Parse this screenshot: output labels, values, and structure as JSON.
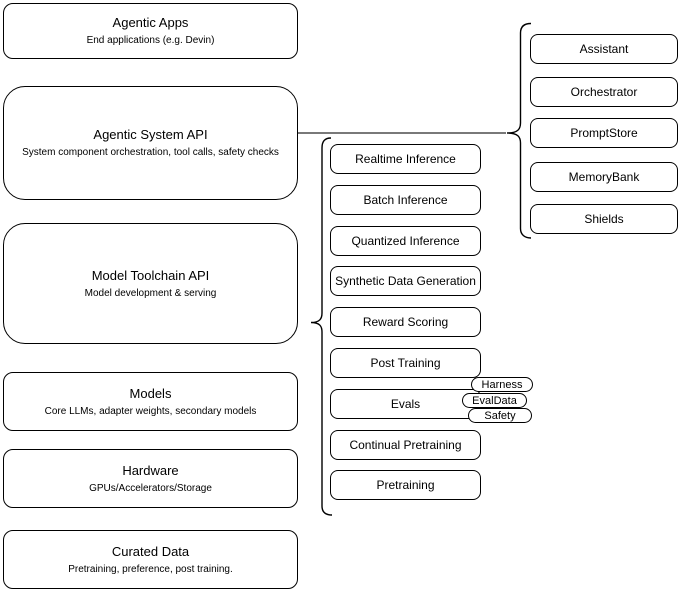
{
  "diagram": {
    "layers": [
      {
        "title": "Agentic Apps",
        "subtitle": "End applications (e.g. Devin)"
      },
      {
        "title": "Agentic System API",
        "subtitle": "System component orchestration, tool calls, safety checks"
      },
      {
        "title": "Model Toolchain API",
        "subtitle": "Model development & serving"
      },
      {
        "title": "Models",
        "subtitle": "Core LLMs, adapter weights, secondary models"
      },
      {
        "title": "Hardware",
        "subtitle": "GPUs/Accelerators/Storage"
      },
      {
        "title": "Curated Data",
        "subtitle": "Pretraining, preference, post training."
      }
    ],
    "toolchain_components": [
      {
        "label": "Realtime Inference"
      },
      {
        "label": "Batch Inference"
      },
      {
        "label": "Quantized Inference"
      },
      {
        "label": "Synthetic Data Generation"
      },
      {
        "label": "Reward Scoring"
      },
      {
        "label": "Post Training"
      },
      {
        "label": "Evals"
      },
      {
        "label": "Continual Pretraining"
      },
      {
        "label": "Pretraining"
      }
    ],
    "eval_tags": [
      {
        "label": "Harness"
      },
      {
        "label": "EvalData"
      },
      {
        "label": "Safety"
      }
    ],
    "system_components": [
      {
        "label": "Assistant"
      },
      {
        "label": "Orchestrator"
      },
      {
        "label": "PromptStore"
      },
      {
        "label": "MemoryBank"
      },
      {
        "label": "Shields"
      }
    ],
    "colors": {
      "stroke": "#000000",
      "connector": "#4d4d4d",
      "background": "#ffffff",
      "node_fill": "#ffffff"
    }
  }
}
